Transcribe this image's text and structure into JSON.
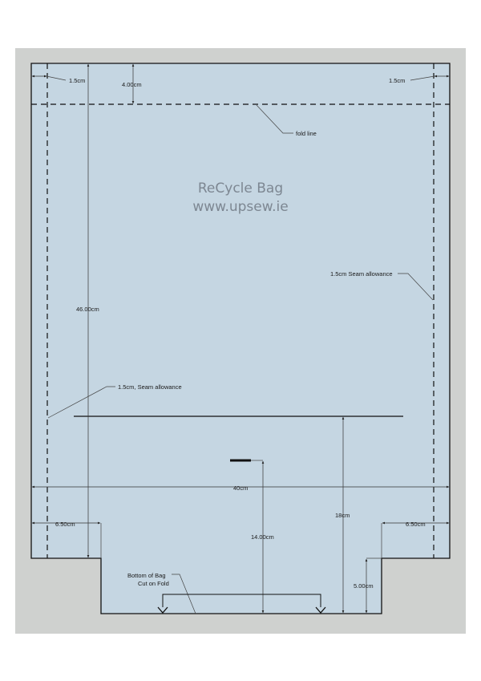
{
  "colors": {
    "page_background": "#ffffff",
    "sheet_background": "#cfd1cf",
    "pattern_fill": "#c5d6e2",
    "outline": "#111111",
    "title_text": "#7d8792"
  },
  "title": {
    "line1": "ReCycle Bag",
    "line2": "www.upsew.ie"
  },
  "dimensions": {
    "seam_left": "1.5cm",
    "seam_right": "1.5cm",
    "fold_depth": "4.00cm",
    "height": "46.00cm",
    "width": "40cm",
    "gusset_left": "6.50cm",
    "gusset_right": "6.50cm",
    "handle_depth": "14.00cm",
    "opening_height": "18cm",
    "cutout_height": "5.00cm"
  },
  "annotations": {
    "fold_line": "fold line",
    "seam_allowance_right": "1.5cm Seam allowance",
    "seam_allowance_left": "1.5cm, Seam allowance",
    "bottom_line1": "Bottom of Bag",
    "bottom_line2": "Cut on Fold"
  }
}
